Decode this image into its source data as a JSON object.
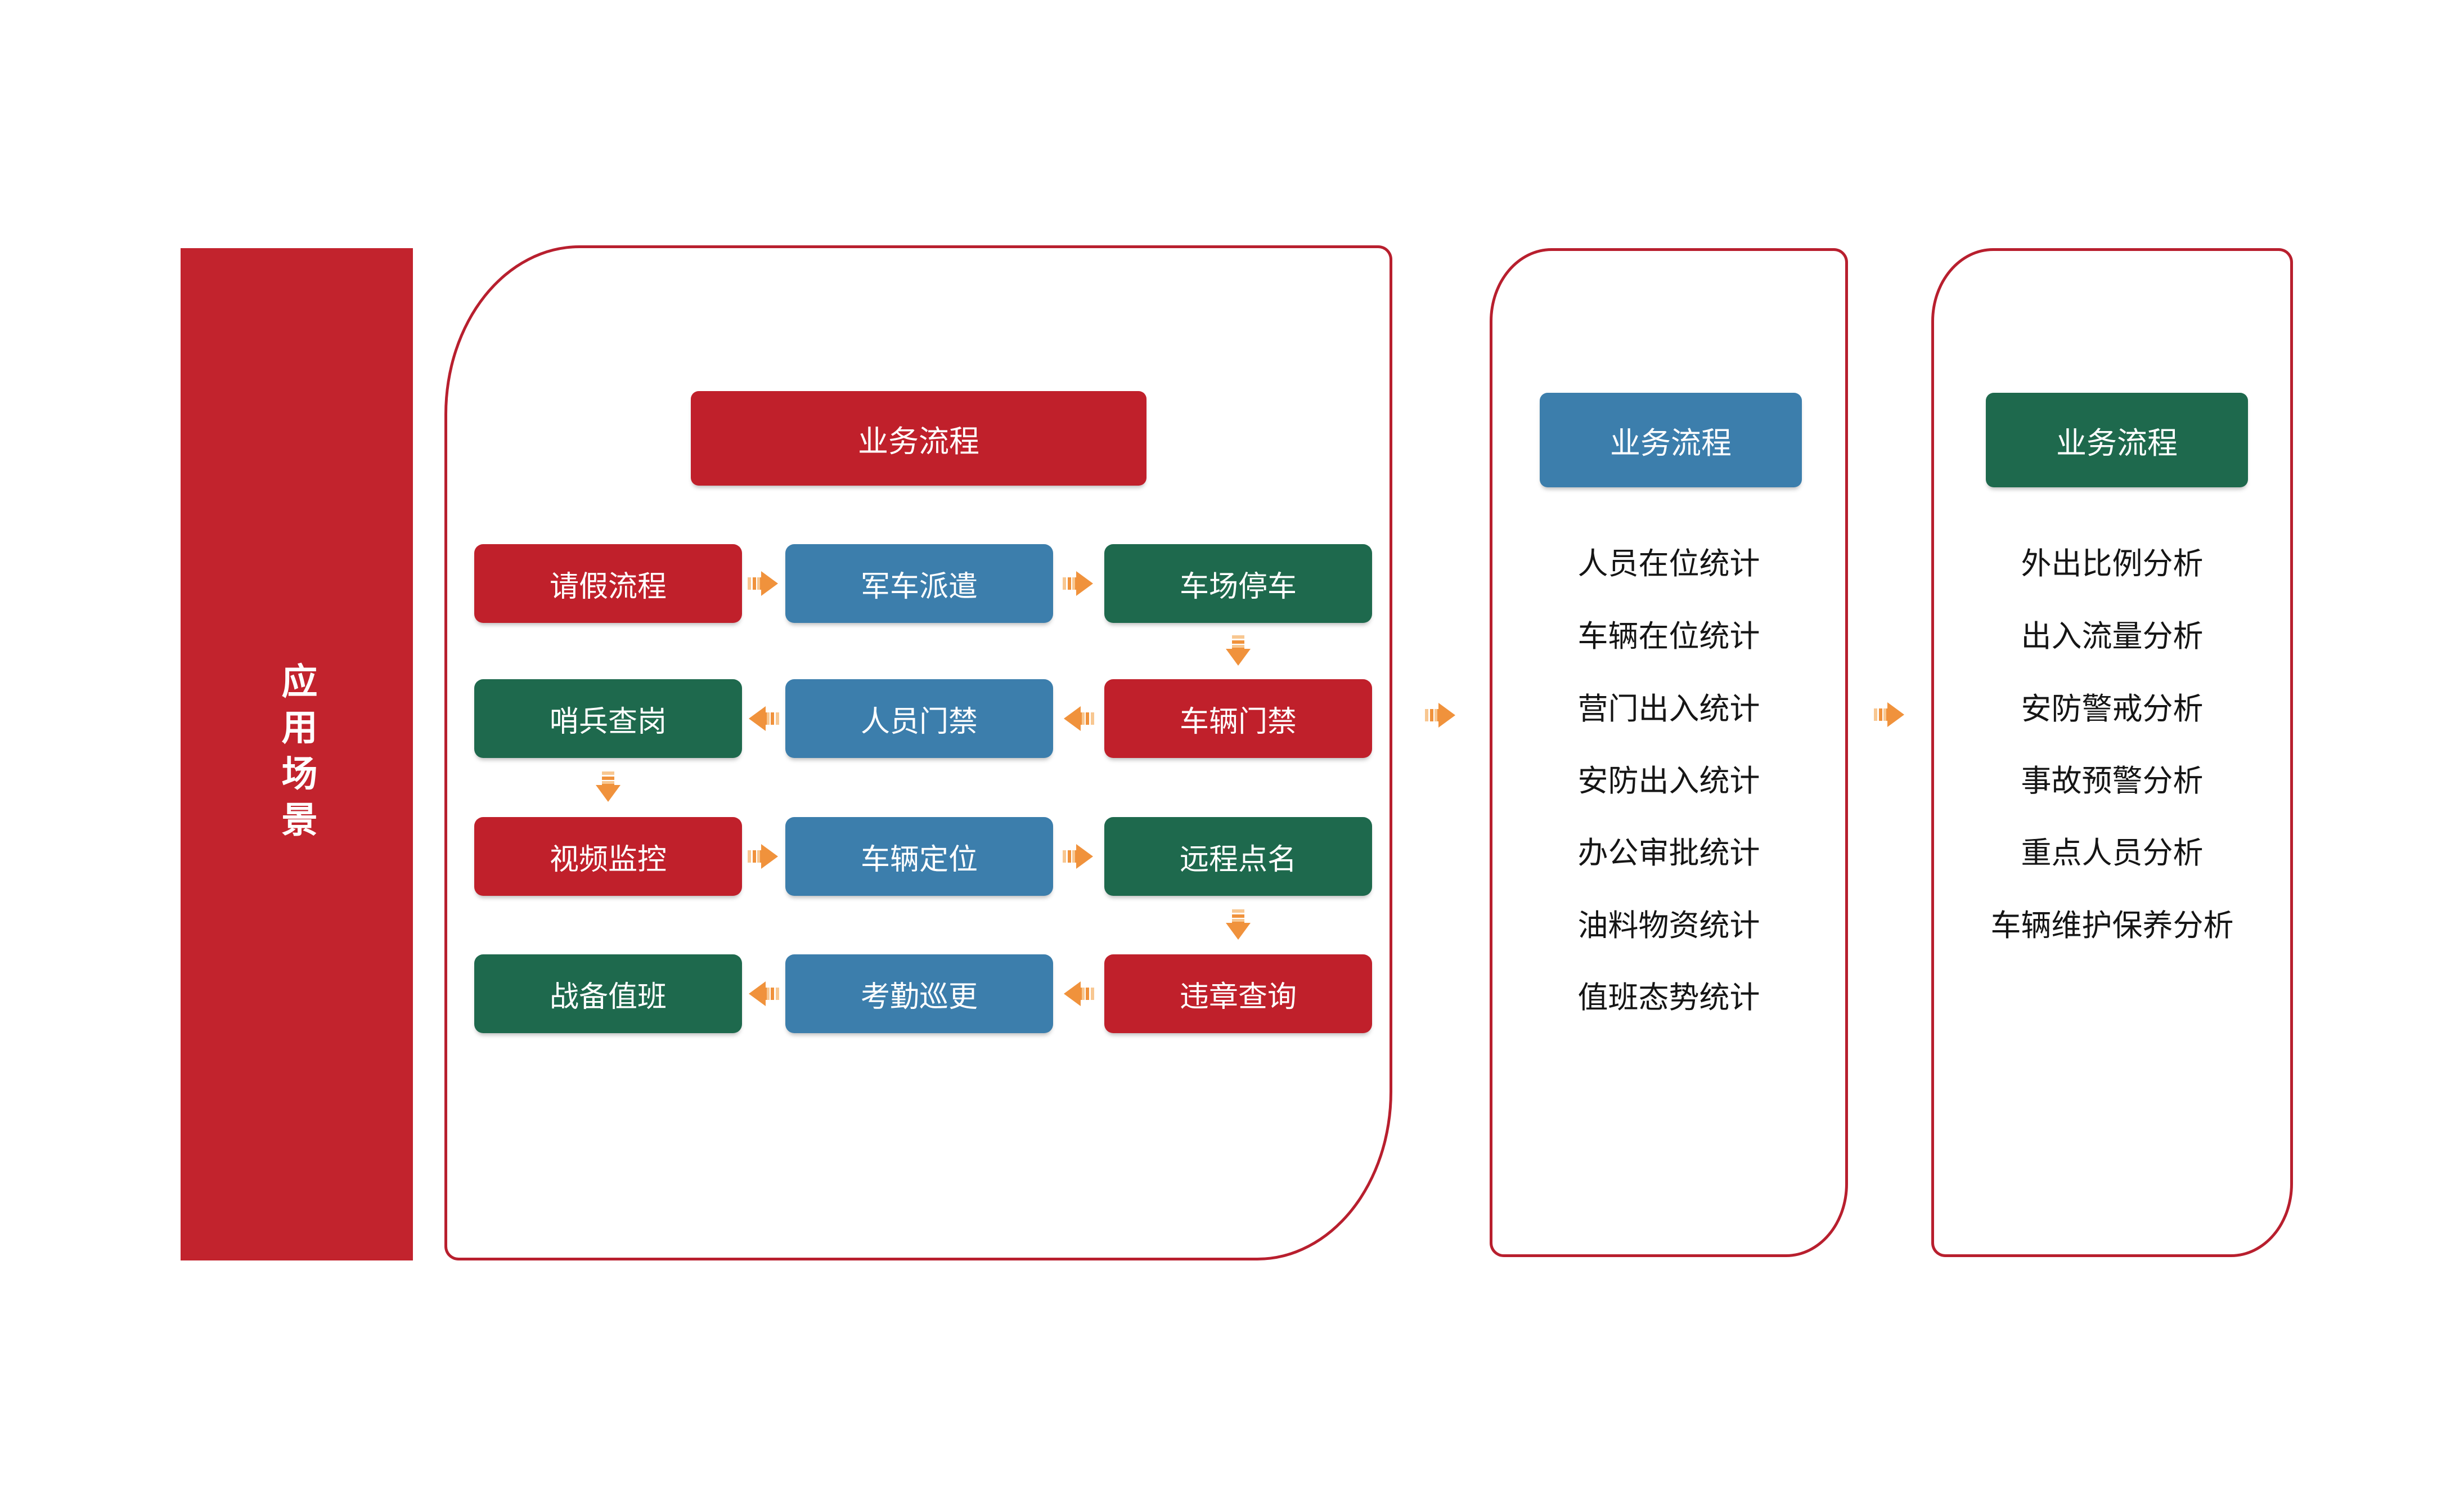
{
  "sidebar": {
    "label": "应用场景",
    "background": "#C2232D",
    "text_color": "#FFFFFF"
  },
  "colors": {
    "red": "#C0202B",
    "blue": "#3C7EAC",
    "green": "#1E694D",
    "orange_arrow": "#F0923C",
    "orange_arrow_light": "#F8C791",
    "panel_border": "#B81F2E",
    "list_text": "#151515"
  },
  "panel1": {
    "title": "业务流程",
    "title_color": "red",
    "rows": [
      {
        "arrow_direction": "right",
        "cells": [
          {
            "label": "请假流程",
            "color": "red"
          },
          {
            "label": "军车派遣",
            "color": "blue"
          },
          {
            "label": "车场停车",
            "color": "green"
          }
        ]
      },
      {
        "arrow_direction": "left",
        "cells": [
          {
            "label": "哨兵查岗",
            "color": "green"
          },
          {
            "label": "人员门禁",
            "color": "blue"
          },
          {
            "label": "车辆门禁",
            "color": "red"
          }
        ]
      },
      {
        "arrow_direction": "right",
        "cells": [
          {
            "label": "视频监控",
            "color": "red"
          },
          {
            "label": "车辆定位",
            "color": "blue"
          },
          {
            "label": "远程点名",
            "color": "green"
          }
        ]
      },
      {
        "arrow_direction": "left",
        "cells": [
          {
            "label": "战备值班",
            "color": "green"
          },
          {
            "label": "考勤巡更",
            "color": "blue"
          },
          {
            "label": "违章查询",
            "color": "red"
          }
        ]
      }
    ],
    "down_arrows": [
      "after-row1-under-车场停车",
      "after-row2-under-哨兵查岗",
      "after-row3-under-远程点名"
    ]
  },
  "panel2": {
    "title": "业务流程",
    "title_color": "blue",
    "items": [
      "人员在位统计",
      "车辆在位统计",
      "营门出入统计",
      "安防出入统计",
      "办公审批统计",
      "油料物资统计",
      "值班态势统计"
    ]
  },
  "panel3": {
    "title": "业务流程",
    "title_color": "green",
    "items": [
      "外出比例分析",
      "出入流量分析",
      "安防警戒分析",
      "事故预警分析",
      "重点人员分析",
      "车辆维护保养分析"
    ]
  },
  "connectors": {
    "panel1_to_panel2": "right",
    "panel2_to_panel3": "right"
  }
}
